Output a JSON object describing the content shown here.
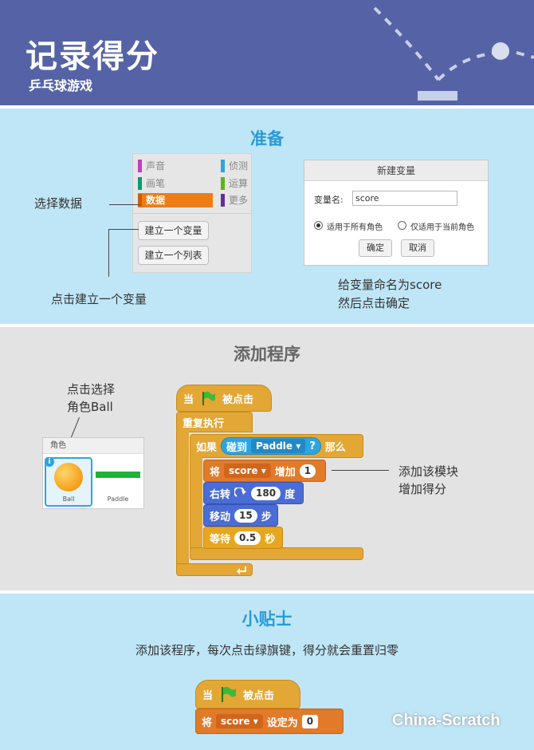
{
  "header": {
    "title": "记录得分",
    "subtitle": "乒乓球游戏"
  },
  "prepare": {
    "title": "准备",
    "palette": {
      "categories": [
        {
          "label": "声音",
          "color": "#bb42c3"
        },
        {
          "label": "侦测",
          "color": "#2ca5e2"
        },
        {
          "label": "画笔",
          "color": "#0e9a6c"
        },
        {
          "label": "运算",
          "color": "#5cb712"
        },
        {
          "label": "数据",
          "color": "#ee7d16"
        },
        {
          "label": "更多",
          "color": "#632d99"
        }
      ],
      "make_variable": "建立一个变量",
      "make_list": "建立一个列表"
    },
    "annot_select_data": "选择数据",
    "annot_click_make": "点击建立一个变量",
    "dialog": {
      "title": "新建变量",
      "name_label": "变量名:",
      "name_value": "score",
      "opt_all": "适用于所有角色",
      "opt_this": "仅适用于当前角色",
      "ok": "确定",
      "cancel": "取消"
    },
    "annot_name_1": "给变量命名为score",
    "annot_name_2": "然后点击确定"
  },
  "program": {
    "title": "添加程序",
    "annot_sprite_1": "点击选择",
    "annot_sprite_2": "角色Ball",
    "sprites_header": "角色",
    "sprite_ball": "Ball",
    "sprite_paddle": "Paddle",
    "blocks": {
      "when": "当",
      "clicked": "被点击",
      "forever": "重复执行",
      "if": "如果",
      "touching": "碰到",
      "touch_target": "Paddle",
      "q": "?",
      "then": "那么",
      "set_change": "将",
      "var": "score",
      "change_by": "增加",
      "change_val": "1",
      "turn": "右转",
      "turn_val": "180",
      "deg": "度",
      "move": "移动",
      "move_val": "15",
      "steps": "步",
      "wait": "等待",
      "wait_val": "0.5",
      "secs": "秒"
    },
    "annot_add_1": "添加该模块",
    "annot_add_2": "增加得分"
  },
  "tips": {
    "title": "小贴士",
    "text": "添加该程序，每次点击绿旗键，得分就会重置归零",
    "when": "当",
    "clicked": "被点击",
    "set": "将",
    "var": "score",
    "set_to": "设定为",
    "set_val": "0"
  },
  "watermark": "China-Scratch"
}
